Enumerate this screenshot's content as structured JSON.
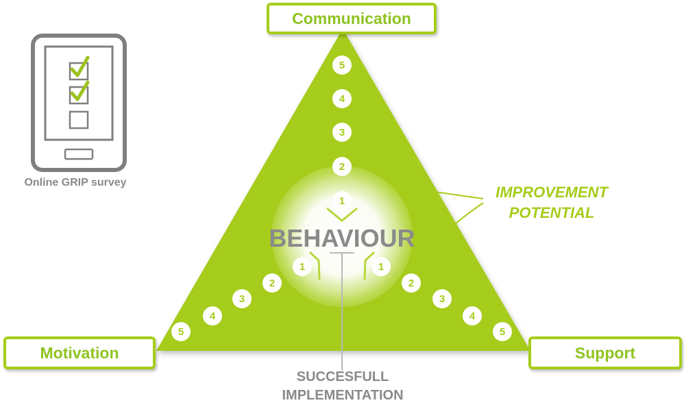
{
  "labels": {
    "communication": "Communication",
    "motivation": "Motivation",
    "support": "Support",
    "center": "BEHAVIOUR",
    "survey": "Online GRIP survey",
    "improvement": [
      "IMPROVEMENT",
      "POTENTIAL"
    ],
    "success": [
      "SUCCESFULL",
      "IMPLEMENTATION"
    ]
  },
  "scales": {
    "communication": [
      "5",
      "4",
      "3",
      "2",
      "1"
    ],
    "motivation": [
      "5",
      "4",
      "3",
      "2",
      "1"
    ],
    "support": [
      "5",
      "4",
      "3",
      "2",
      "1"
    ]
  },
  "survey_icon": {
    "name": "tablet-checklist-icon",
    "checkboxes": [
      true,
      true,
      false
    ]
  },
  "colors": {
    "accent": "#a6cc1a",
    "text_green": "#8fc31f",
    "gray": "#8a8a8a"
  }
}
